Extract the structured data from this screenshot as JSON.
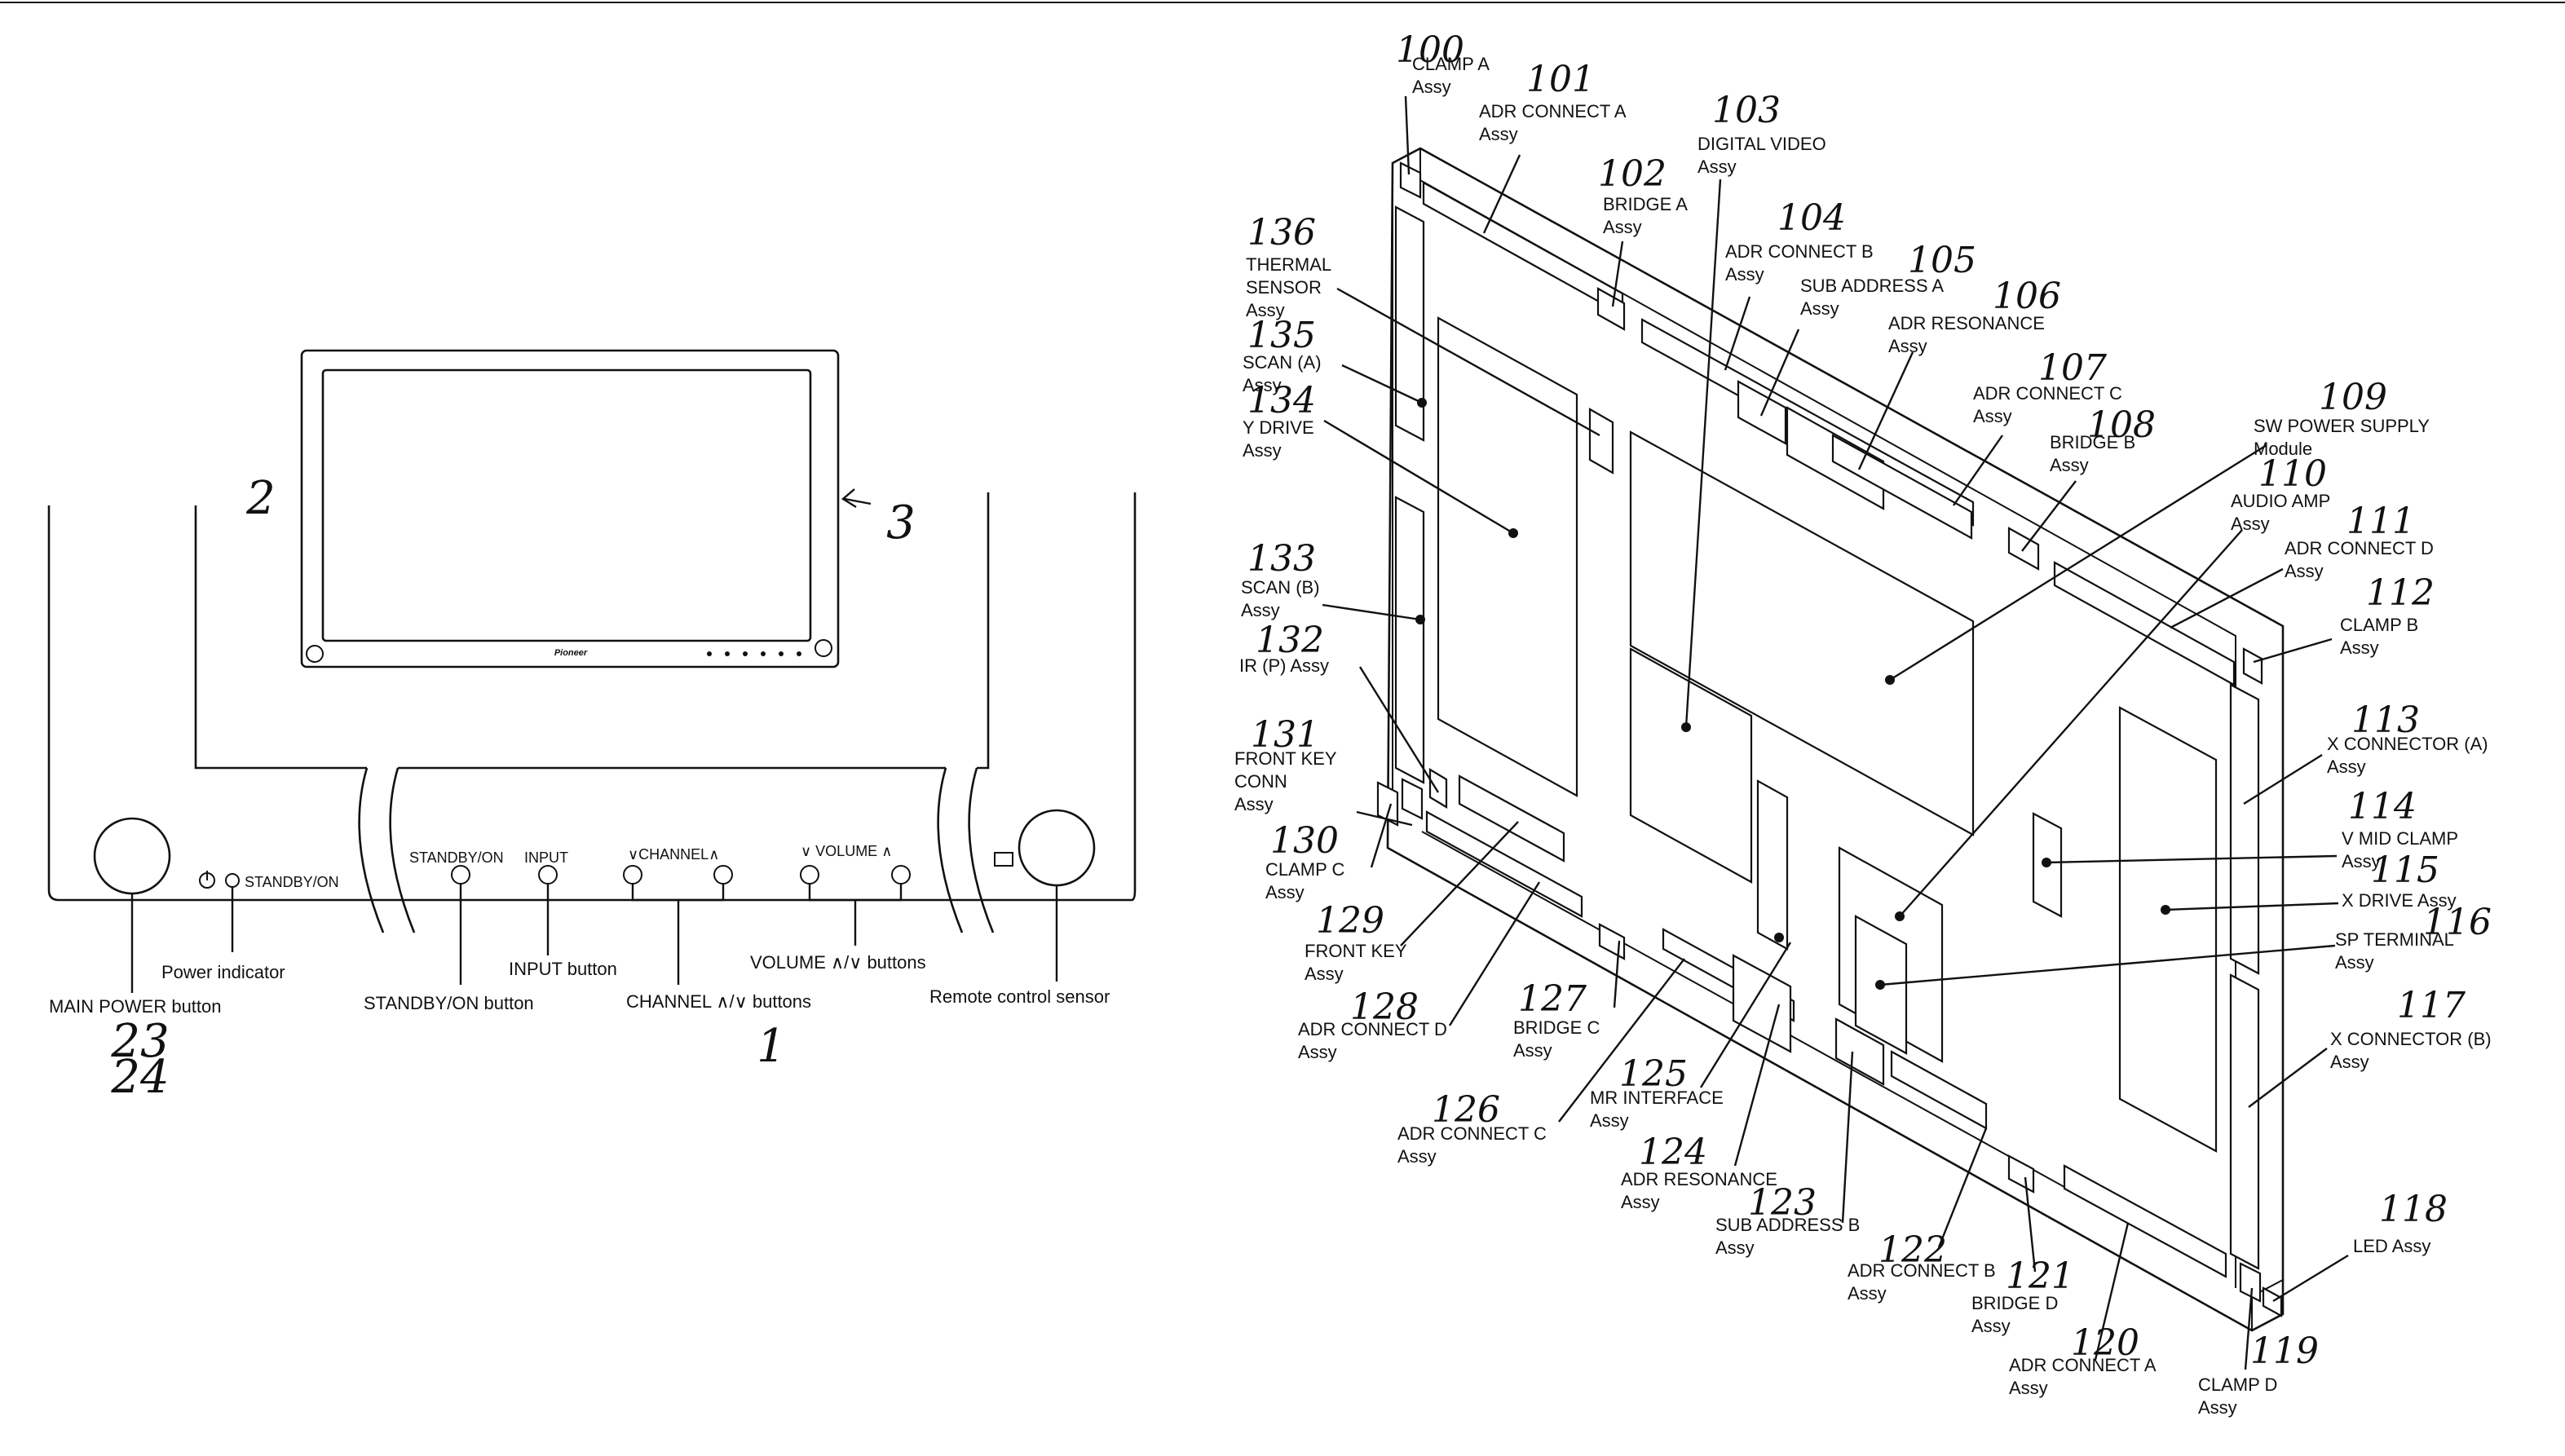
{
  "front_view": {
    "figure_numbers": [
      "1",
      "2",
      "3",
      "23",
      "24"
    ],
    "brand_text": "Pioneer",
    "panel_text": {
      "standby_on": "STANDBY/ON",
      "input": "INPUT",
      "channel": "∨CHANNEL∧",
      "volume": "∨ VOLUME ∧",
      "standby_indicator": "STANDBY/ON"
    },
    "callouts": {
      "main_power": "MAIN POWER button",
      "power_indicator": "Power indicator",
      "standby_button": "STANDBY/ON button",
      "input_button": "INPUT button",
      "channel_buttons": "CHANNEL ∧/∨ buttons",
      "volume_buttons": "VOLUME ∧/∨ buttons",
      "remote_sensor": "Remote control sensor"
    }
  },
  "rear_view": {
    "parts": [
      {
        "number": "100",
        "lines": [
          "CLAMP A",
          "Assy"
        ]
      },
      {
        "number": "101",
        "lines": [
          "ADR CONNECT A",
          "Assy"
        ]
      },
      {
        "number": "102",
        "lines": [
          "BRIDGE A",
          "Assy"
        ]
      },
      {
        "number": "103",
        "lines": [
          "DIGITAL VIDEO",
          "Assy"
        ]
      },
      {
        "number": "104",
        "lines": [
          "ADR CONNECT B",
          "Assy"
        ]
      },
      {
        "number": "105",
        "lines": [
          "SUB ADDRESS A",
          "Assy"
        ]
      },
      {
        "number": "106",
        "lines": [
          "ADR RESONANCE",
          "Assy"
        ]
      },
      {
        "number": "107",
        "lines": [
          "ADR CONNECT C",
          "Assy"
        ]
      },
      {
        "number": "108",
        "lines": [
          "BRIDGE B",
          "Assy"
        ]
      },
      {
        "number": "109",
        "lines": [
          "SW POWER SUPPLY",
          "Module"
        ]
      },
      {
        "number": "110",
        "lines": [
          "AUDIO AMP",
          "Assy"
        ]
      },
      {
        "number": "111",
        "lines": [
          "ADR CONNECT D",
          "Assy"
        ]
      },
      {
        "number": "112",
        "lines": [
          "CLAMP B",
          "Assy"
        ]
      },
      {
        "number": "113",
        "lines": [
          "X CONNECTOR (A)",
          "Assy"
        ]
      },
      {
        "number": "114",
        "lines": [
          "V MID CLAMP",
          "Assy"
        ]
      },
      {
        "number": "115",
        "lines": [
          "X DRIVE Assy"
        ]
      },
      {
        "number": "116",
        "lines": [
          "SP TERMINAL",
          "Assy"
        ]
      },
      {
        "number": "117",
        "lines": [
          "X CONNECTOR (B)",
          "Assy"
        ]
      },
      {
        "number": "118",
        "lines": [
          "LED Assy"
        ]
      },
      {
        "number": "119",
        "lines": [
          "CLAMP D",
          "Assy"
        ]
      },
      {
        "number": "120",
        "lines": [
          "ADR CONNECT A",
          "Assy"
        ]
      },
      {
        "number": "121",
        "lines": [
          "BRIDGE D",
          "Assy"
        ]
      },
      {
        "number": "122",
        "lines": [
          "ADR CONNECT B",
          "Assy"
        ]
      },
      {
        "number": "123",
        "lines": [
          "SUB ADDRESS B",
          "Assy"
        ]
      },
      {
        "number": "124",
        "lines": [
          "ADR RESONANCE",
          "Assy"
        ]
      },
      {
        "number": "125",
        "lines": [
          "MR INTERFACE",
          "Assy"
        ]
      },
      {
        "number": "126",
        "lines": [
          "ADR CONNECT C",
          "Assy"
        ]
      },
      {
        "number": "127",
        "lines": [
          "BRIDGE C",
          "Assy"
        ]
      },
      {
        "number": "128",
        "lines": [
          "ADR CONNECT D",
          "Assy"
        ]
      },
      {
        "number": "129",
        "lines": [
          "FRONT KEY",
          "Assy"
        ]
      },
      {
        "number": "130",
        "lines": [
          "CLAMP C",
          "Assy"
        ]
      },
      {
        "number": "131",
        "lines": [
          "FRONT KEY",
          "CONN",
          "Assy"
        ]
      },
      {
        "number": "132",
        "lines": [
          "IR (P) Assy"
        ]
      },
      {
        "number": "133",
        "lines": [
          "SCAN (B)",
          "Assy"
        ]
      },
      {
        "number": "134",
        "lines": [
          "Y DRIVE",
          "Assy"
        ]
      },
      {
        "number": "135",
        "lines": [
          "SCAN (A)",
          "Assy"
        ]
      },
      {
        "number": "136",
        "lines": [
          "THERMAL",
          "SENSOR",
          "Assy"
        ]
      }
    ]
  }
}
